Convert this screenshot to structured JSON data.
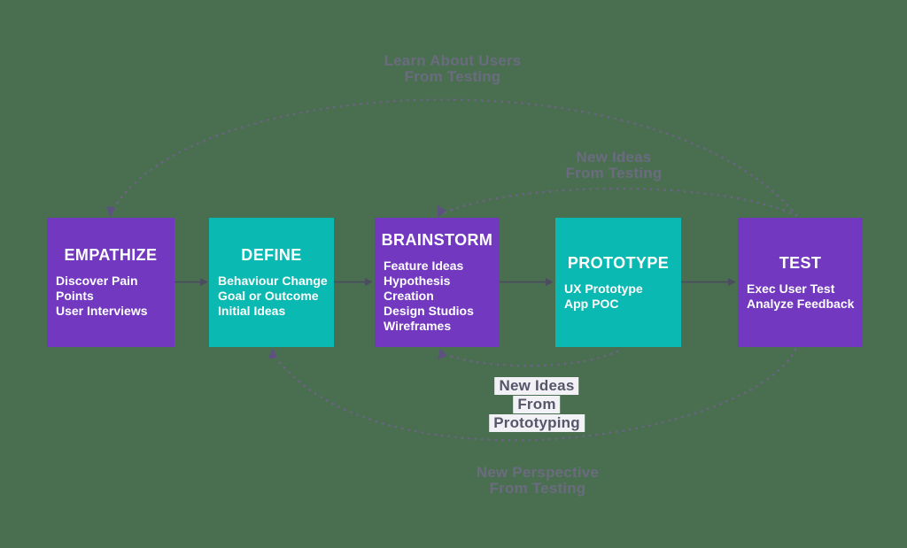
{
  "diagram": {
    "title_semantic": "Design Thinking Process Flow",
    "colors": {
      "background": "#4a6f50",
      "stage-purple": "#7238bf",
      "stage-teal": "#0ab9b1",
      "stage-text": "#ffffff",
      "connector": "#4c4c60",
      "dotted-arc": "#6e6288",
      "arc-head": "#5d5180",
      "loop-label": "#6b6b80",
      "highlight-text": "#56566b",
      "highlight-bg": "#f2f2f6"
    },
    "stages": [
      {
        "id": "empathize",
        "variant": "purple",
        "title": "EMPATHIZE",
        "lines": [
          "Discover Pain",
          "Points",
          "User Interviews"
        ]
      },
      {
        "id": "define",
        "variant": "teal",
        "title": "DEFINE",
        "lines": [
          "Behaviour Change",
          "Goal or Outcome",
          "Initial Ideas"
        ]
      },
      {
        "id": "brainstorm",
        "variant": "purple",
        "title": "BRAINSTORM",
        "lines": [
          "Feature Ideas",
          "Hypothesis",
          "Creation",
          "Design Studios",
          "Wireframes"
        ]
      },
      {
        "id": "prototype",
        "variant": "teal",
        "title": "PROTOTYPE",
        "lines": [
          "UX Prototype",
          "App POC"
        ]
      },
      {
        "id": "test",
        "variant": "purple",
        "title": "TEST",
        "lines": [
          "Exec User Test",
          "Analyze Feedback"
        ]
      }
    ],
    "feedback_loops": [
      {
        "id": "learn-about-users",
        "from": "TEST",
        "to": "EMPATHIZE",
        "lines": [
          "Learn About Users",
          "From Testing"
        ],
        "highlighted": false
      },
      {
        "id": "new-ideas-from-testing",
        "from": "TEST",
        "to": "BRAINSTORM",
        "lines": [
          "New Ideas",
          "From Testing"
        ],
        "highlighted": false
      },
      {
        "id": "new-ideas-from-prototyping",
        "from": "PROTOTYPE",
        "to": "BRAINSTORM",
        "lines": [
          "New Ideas",
          "From",
          "Prototyping"
        ],
        "highlighted": true
      },
      {
        "id": "new-perspective-from-testing",
        "from": "TEST",
        "to": "DEFINE",
        "lines": [
          "New Perspective",
          "From Testing"
        ],
        "highlighted": false
      }
    ]
  }
}
